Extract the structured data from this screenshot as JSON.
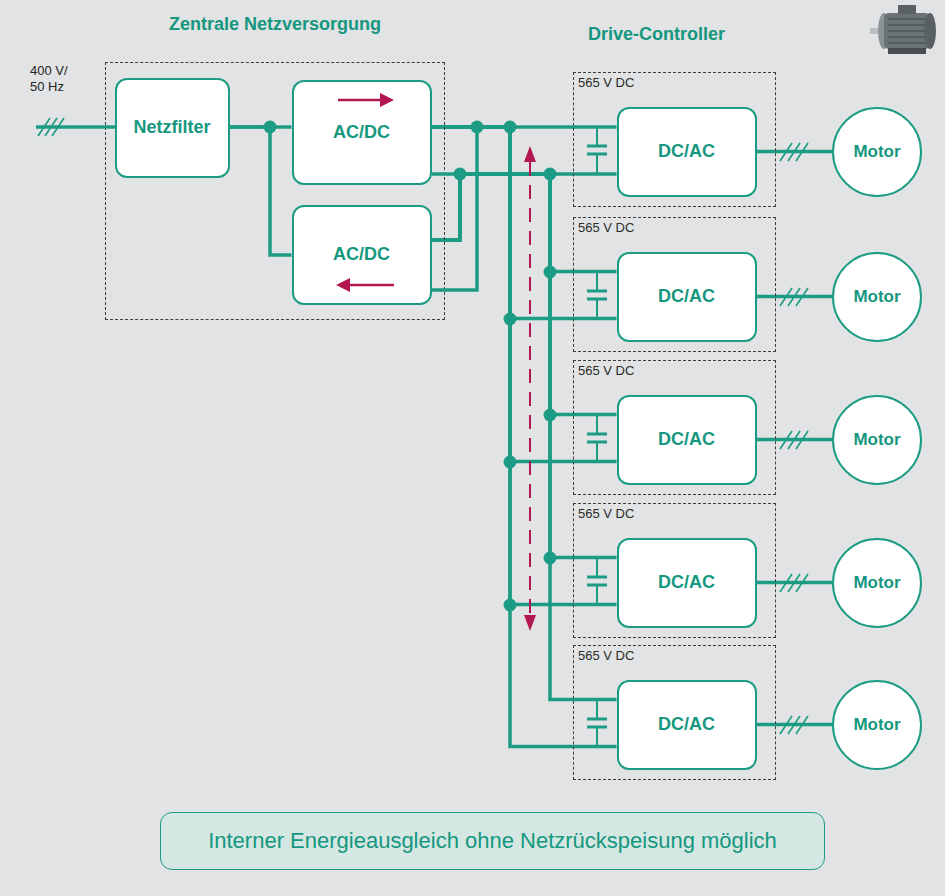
{
  "diagram": {
    "nodes": [
      {
        "text": [
          "Zentrale Netzversorgung"
        ]
      },
      {
        "text": [
          "Netzfilter"
        ],
        "in": 0
      },
      {
        "text": [
          "AC/DC"
        ],
        "in": 0
      },
      {
        "text": [
          "AC/DC"
        ],
        "in": 0
      },
      {
        "text": [
          "565 V DC"
        ]
      },
      {
        "text": [
          "DC/AC"
        ],
        "in": 4
      },
      {
        "text": [
          "Motor"
        ]
      },
      {
        "text": [
          "565 V DC"
        ]
      },
      {
        "text": [
          "DC/AC"
        ],
        "in": 7
      },
      {
        "text": [
          "Motor"
        ]
      },
      {
        "text": [
          "565 V DC"
        ]
      },
      {
        "text": [
          "DC/AC"
        ],
        "in": 10
      },
      {
        "text": [
          "Motor"
        ]
      },
      {
        "text": [
          "565 V DC"
        ]
      },
      {
        "text": [
          "DC/AC"
        ],
        "in": 13
      },
      {
        "text": [
          "Motor"
        ]
      },
      {
        "text": [
          "565 V DC"
        ]
      },
      {
        "text": [
          "DC/AC"
        ],
        "in": 16
      },
      {
        "text": [
          "Motor"
        ]
      },
      {
        "text": [
          "Interner Energieausgleich ohne Netzrückspeisung möglich"
        ]
      }
    ],
    "edges": [
      {
        "from": 1,
        "to": 2,
        "arrow": "none"
      },
      {
        "from": 1,
        "to": 3,
        "arrow": "none"
      },
      {
        "from": 2,
        "to": 5,
        "arrow": "none"
      },
      {
        "from": 2,
        "to": 8,
        "arrow": "none"
      },
      {
        "from": 2,
        "to": 11,
        "arrow": "none"
      },
      {
        "from": 2,
        "to": 14,
        "arrow": "none"
      },
      {
        "from": 2,
        "to": 17,
        "arrow": "none"
      },
      {
        "from": 3,
        "to": 5,
        "arrow": "none"
      },
      {
        "from": 3,
        "to": 8,
        "arrow": "none"
      },
      {
        "from": 3,
        "to": 11,
        "arrow": "none"
      },
      {
        "from": 3,
        "to": 14,
        "arrow": "none"
      },
      {
        "from": 3,
        "to": 17,
        "arrow": "none"
      },
      {
        "from": 5,
        "to": 6,
        "arrow": "none"
      },
      {
        "from": 8,
        "to": 9,
        "arrow": "none"
      },
      {
        "from": 11,
        "to": 12,
        "arrow": "none"
      },
      {
        "from": 14,
        "to": 15,
        "arrow": "none"
      },
      {
        "from": 17,
        "to": 18,
        "arrow": "none"
      }
    ],
    "labels": [
      "400 V/ 50 Hz",
      "Drive-Controller"
    ]
  }
}
